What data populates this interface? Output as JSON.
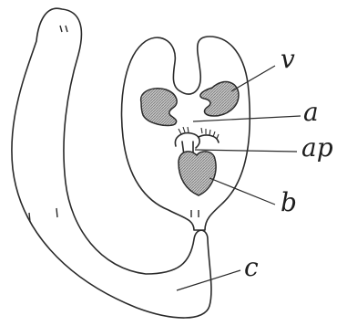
{
  "figure": {
    "labels": {
      "v": "v",
      "a": "a",
      "ap": "ap",
      "b": "b",
      "c": "c"
    },
    "colors": {
      "ink": "#2a2a2a",
      "shading": "#9a9a9a",
      "background": "#ffffff"
    }
  }
}
